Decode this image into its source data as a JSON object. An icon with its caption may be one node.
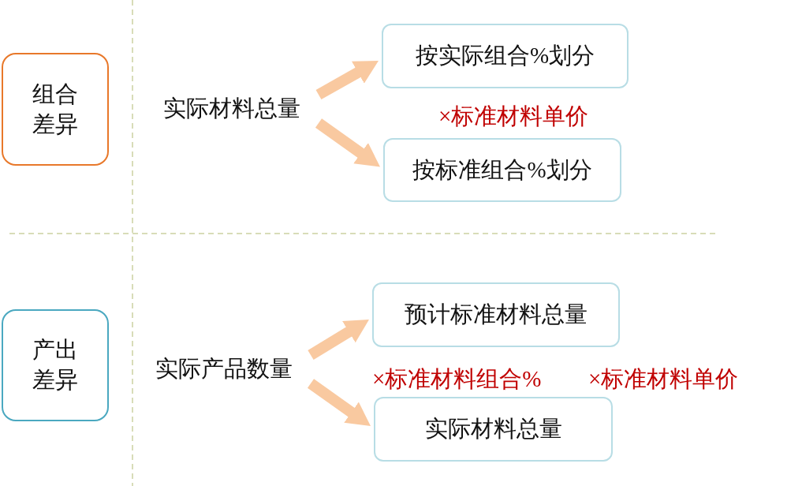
{
  "diagram": {
    "nodes": [
      {
        "text": [
          "组合差异"
        ]
      },
      {
        "text": [
          "实际材料总量"
        ]
      },
      {
        "text": [
          "按实际组合%划分"
        ]
      },
      {
        "text": [
          "按标准组合%划分"
        ]
      },
      {
        "text": [
          "产出差异"
        ]
      },
      {
        "text": [
          "实际产品数量"
        ]
      },
      {
        "text": [
          "预计标准材料总量"
        ]
      },
      {
        "text": [
          "实际材料总量"
        ]
      }
    ],
    "edges": [
      {
        "from": 1,
        "to": 2,
        "arrow": "to"
      },
      {
        "from": 1,
        "to": 3,
        "arrow": "to"
      },
      {
        "from": 5,
        "to": 6,
        "arrow": "to"
      },
      {
        "from": 5,
        "to": 7,
        "arrow": "to"
      }
    ],
    "labels": [
      "×标准材料单价",
      "×标准材料组合%",
      "×标准材料单价"
    ]
  }
}
